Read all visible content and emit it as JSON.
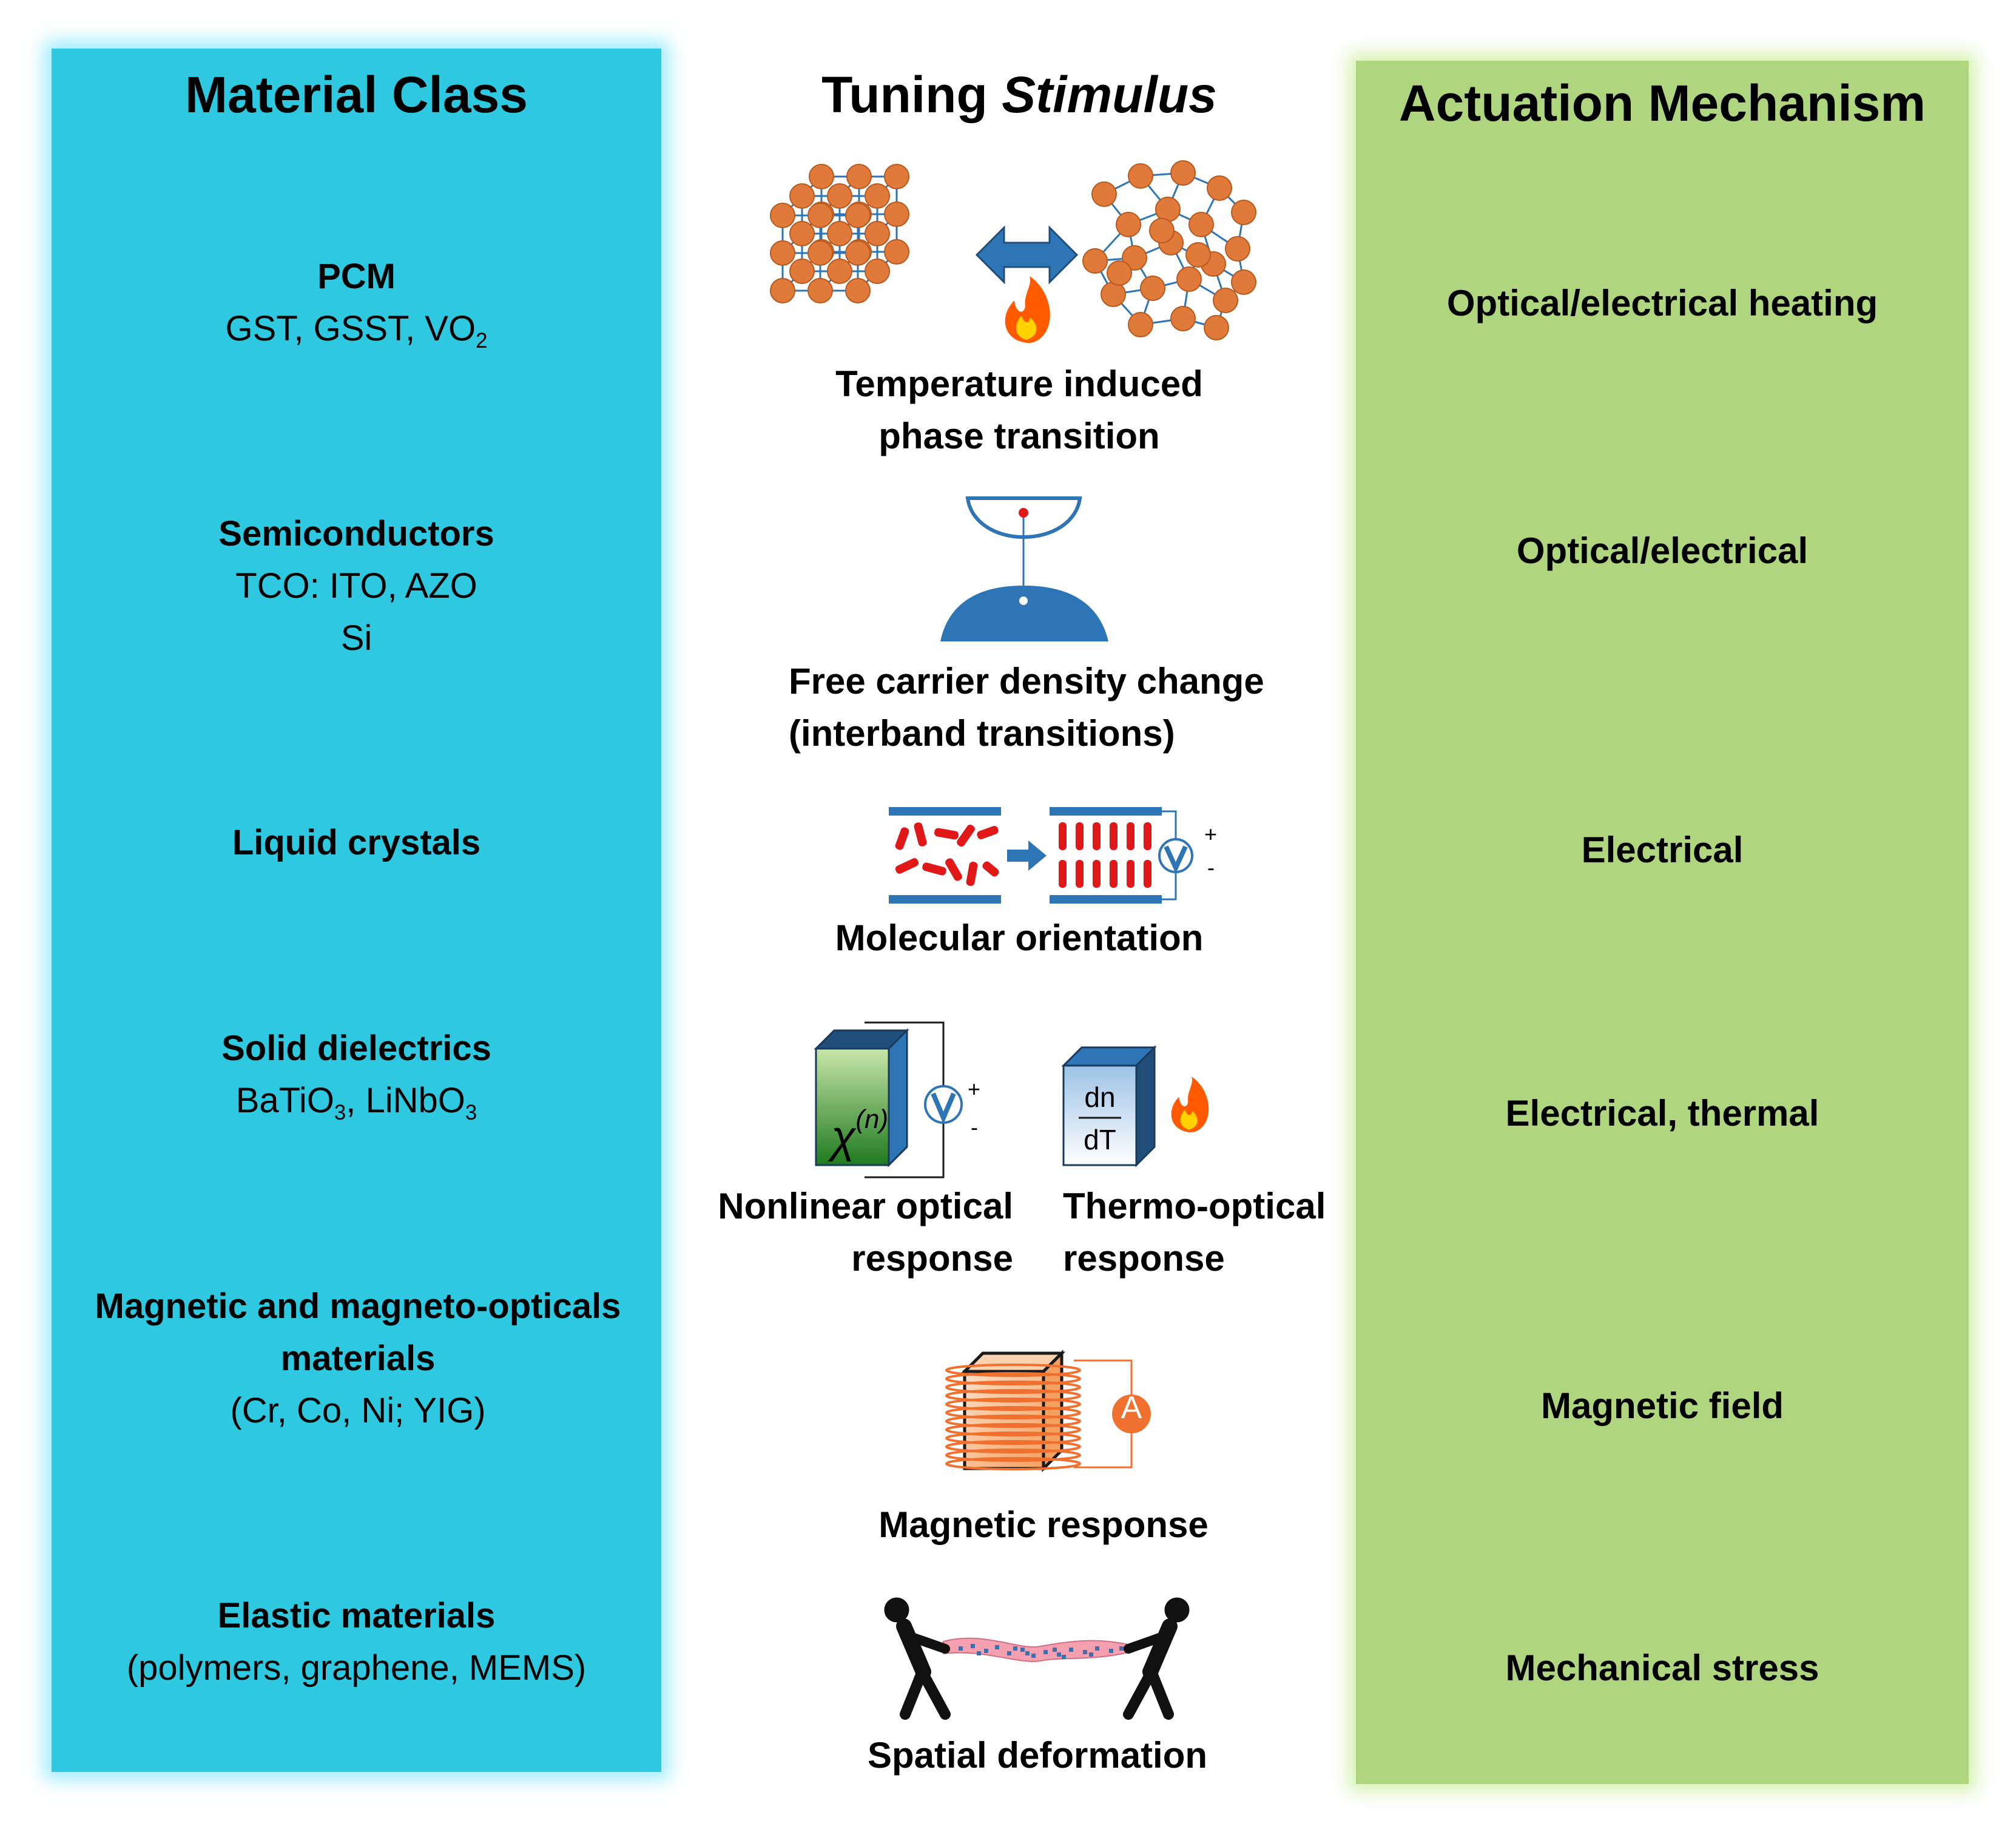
{
  "columns": {
    "material_class": "Material Class",
    "tuning_prefix": "Tuning",
    "tuning_italic": "Stimulus",
    "actuation": "Actuation Mechanism"
  },
  "rows": [
    {
      "material": {
        "name": "PCM",
        "sub_parts": [
          "GST, GSST, VO",
          "2"
        ]
      },
      "stimulus": {
        "label_lines": [
          "Temperature induced",
          "phase transition"
        ]
      },
      "actuation": "Optical/electrical heating"
    },
    {
      "material": {
        "name": "Semiconductors",
        "lines": [
          "TCO: ITO, AZO",
          "Si"
        ]
      },
      "stimulus": {
        "label_lines": [
          "Free carrier density change",
          "(interband transitions)"
        ]
      },
      "actuation": "Optical/electrical"
    },
    {
      "material": {
        "name": "Liquid crystals"
      },
      "stimulus": {
        "label_lines": [
          "Molecular orientation"
        ],
        "voltage_symbol": "V",
        "plus": "+",
        "minus": "-"
      },
      "actuation": "Electrical"
    },
    {
      "material": {
        "name": "Solid dielectrics",
        "sub_parts": [
          "BaTiO",
          "3",
          ", LiNbO",
          "3"
        ]
      },
      "stimulus": {
        "left_label_lines": [
          "Nonlinear optical",
          "response"
        ],
        "right_label_lines": [
          "Thermo-optical",
          "response"
        ],
        "chi_symbol": "χ",
        "chi_power": "(n)",
        "voltage_symbol": "V",
        "plus": "+",
        "minus": "-",
        "dn": "dn",
        "dT": "dT"
      },
      "actuation": "Electrical, thermal"
    },
    {
      "material": {
        "name_lines": [
          "Magnetic and magneto-opticals",
          "materials"
        ],
        "lines": [
          "(Cr, Co, Ni; YIG)"
        ]
      },
      "stimulus": {
        "label_lines": [
          "Magnetic response"
        ],
        "ammeter_symbol": "A"
      },
      "actuation": "Magnetic field"
    },
    {
      "material": {
        "name": "Elastic materials",
        "lines": [
          "(polymers, graphene, MEMS)"
        ]
      },
      "stimulus": {
        "label_lines": [
          "Spatial deformation"
        ]
      },
      "actuation": "Mechanical stress"
    }
  ],
  "colors": {
    "left_panel": "#2ec8e0",
    "right_panel": "#afd67e",
    "atom": "#e07a3a",
    "lattice": "#2e75b6",
    "arrow": "#2e75b6",
    "lc_molecule": "#e01818",
    "fire": "#ff6a00",
    "coil": "#f07030"
  },
  "icons": [
    "crystal-lattice-icon",
    "amorphous-lattice-icon",
    "double-arrow-icon",
    "fire-icon",
    "band-diagram-icon",
    "liquid-crystal-cell-icon",
    "voltmeter-icon",
    "nonlinear-crystal-icon",
    "thermo-optic-block-icon",
    "solenoid-coil-icon",
    "ammeter-icon",
    "stretching-people-icon"
  ]
}
